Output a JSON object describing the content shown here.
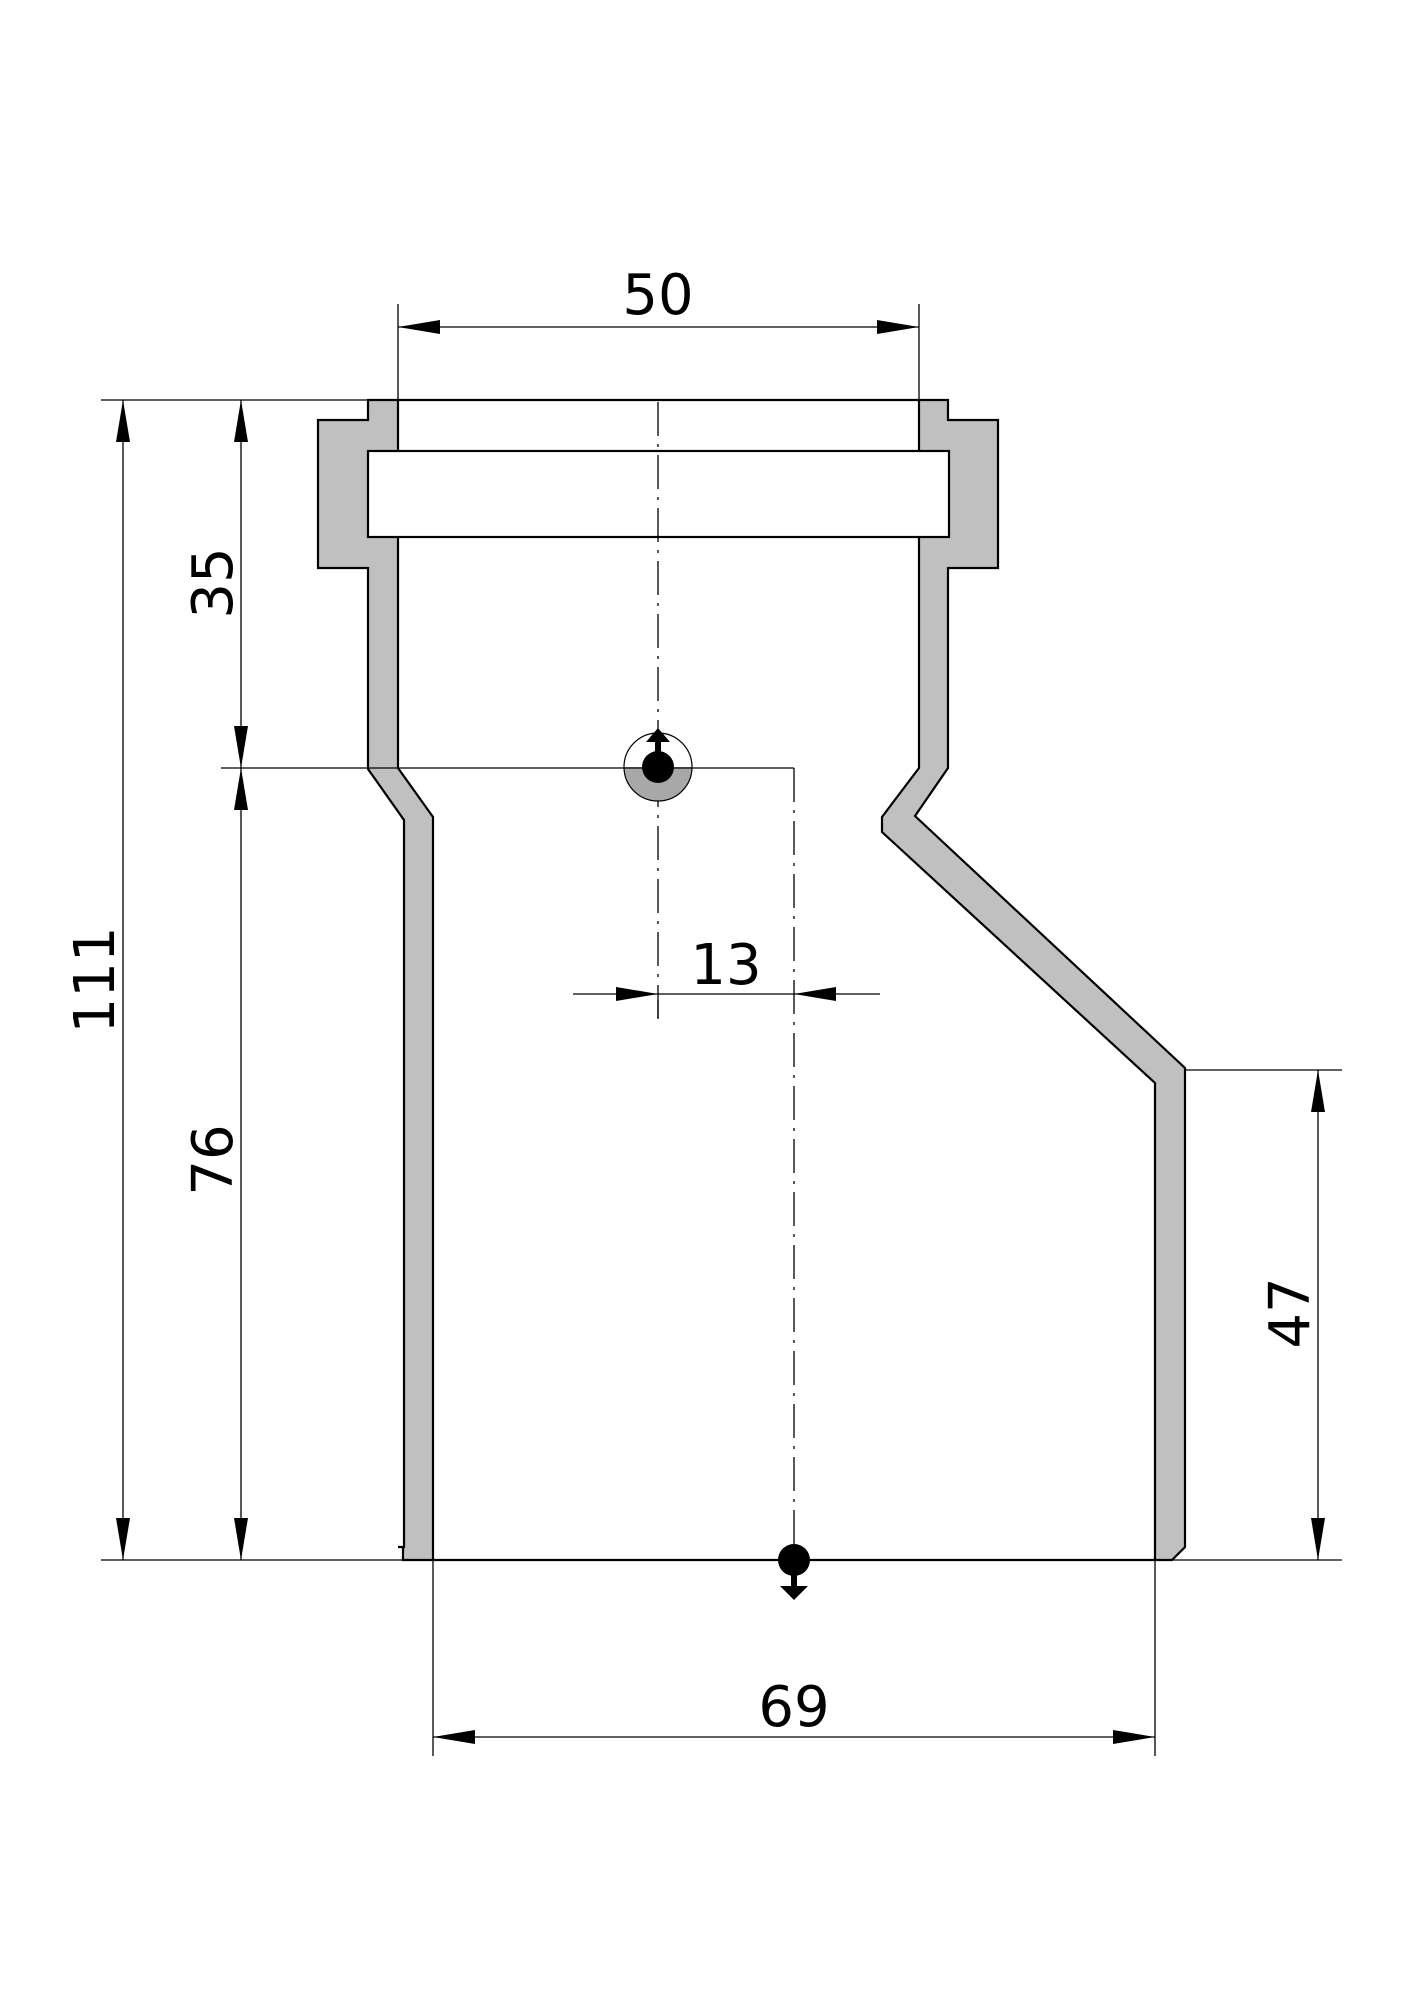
{
  "dimensions": {
    "inlet_diameter": "50",
    "outlet_diameter": "69",
    "overall_height": "111",
    "socket_depth": "35",
    "lower_height": "76",
    "straight_height": "47",
    "offset": "13"
  },
  "colors": {
    "wall_fill": "#c0c0c0",
    "line": "#000000",
    "background": "#ffffff"
  }
}
